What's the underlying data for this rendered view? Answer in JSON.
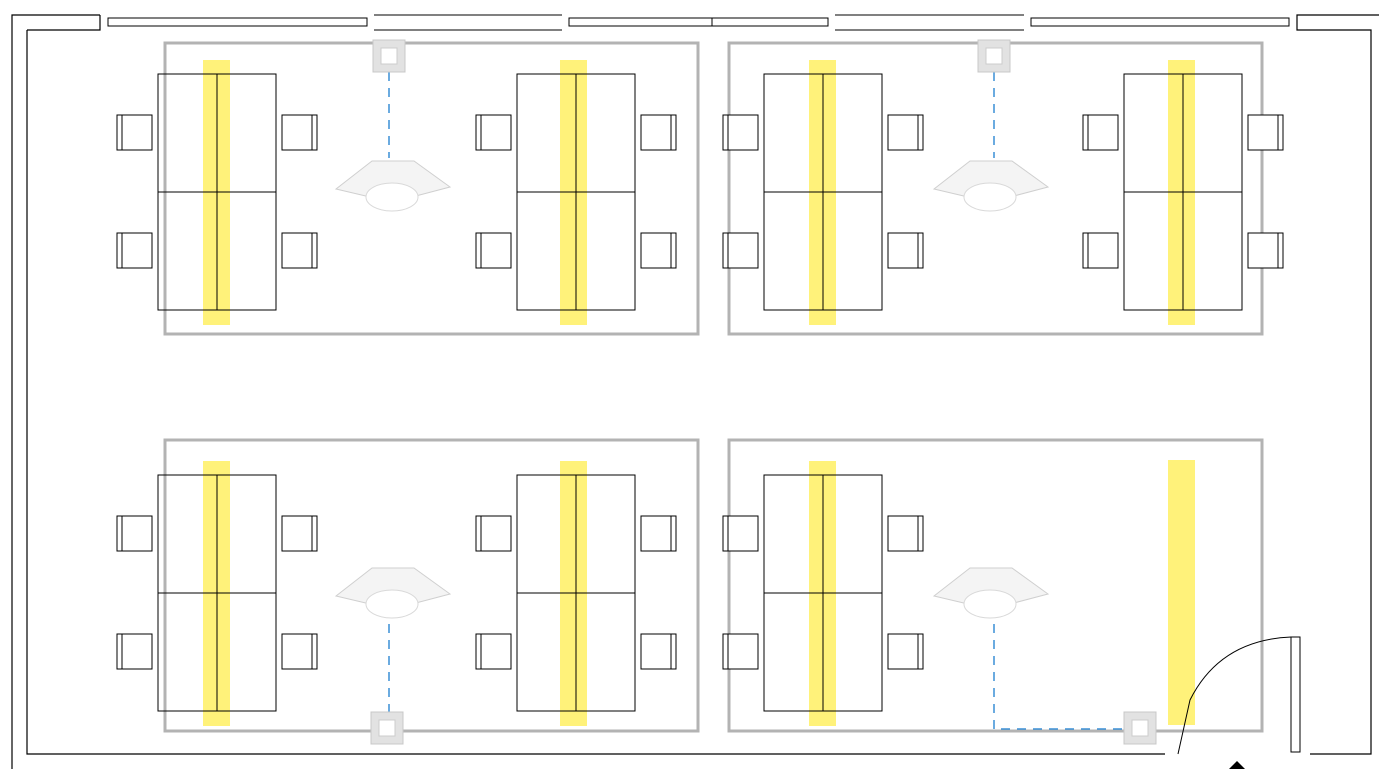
{
  "plan": {
    "colors": {
      "wall": "#000000",
      "zone_border": "#b3b3b3",
      "power_strip": "#fff27a",
      "cable": "#3a8fd6",
      "wall_plate_fill": "#e2e2e2",
      "ceiling_unit_fill": "#f4f4f4"
    },
    "zones": [
      {
        "id": "top-left",
        "access_point": "ceiling-access-point-icon",
        "wall_port": "network-wall-port-icon",
        "desks": 2
      },
      {
        "id": "top-right",
        "access_point": "ceiling-access-point-icon",
        "wall_port": "network-wall-port-icon",
        "desks": 2
      },
      {
        "id": "bottom-left",
        "access_point": "ceiling-access-point-icon",
        "wall_port": "network-wall-port-icon",
        "desks": 2
      },
      {
        "id": "bottom-right",
        "access_point": "ceiling-access-point-icon",
        "wall_port": "network-wall-port-icon",
        "desks": 1
      }
    ],
    "door": {
      "icon": "door-swing-icon"
    },
    "entrance_marker": {
      "icon": "entrance-arrow-icon"
    }
  }
}
